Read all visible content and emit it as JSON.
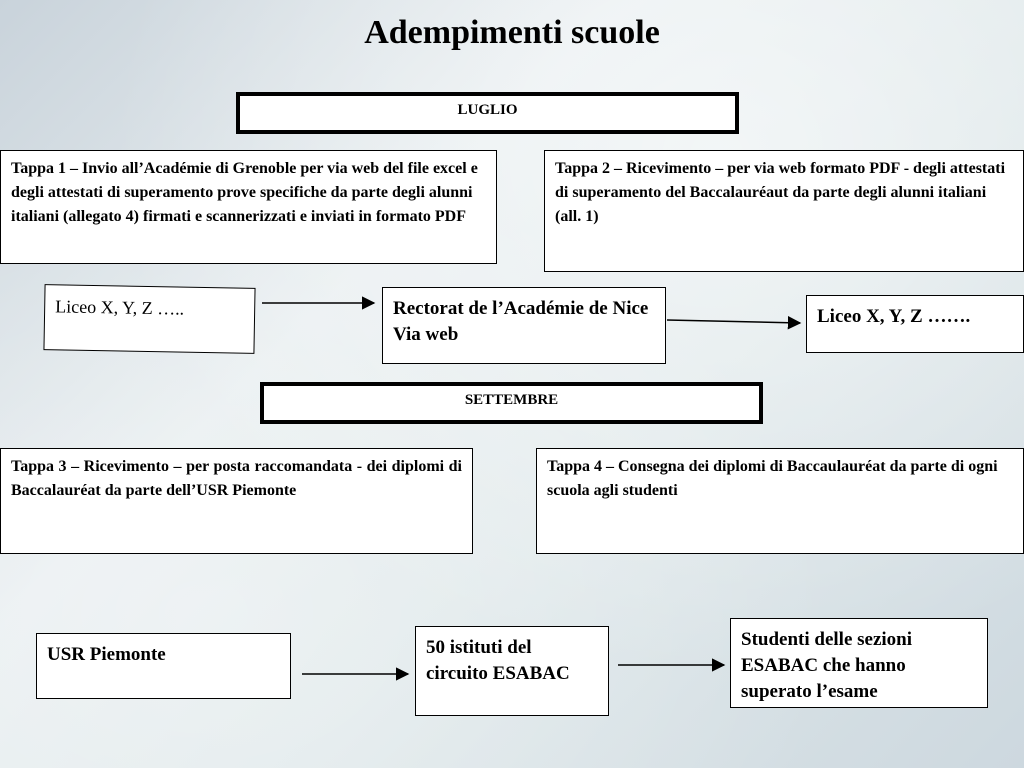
{
  "title": "Adempimenti scuole",
  "months": {
    "luglio": "LUGLIO",
    "settembre": "SETTEMBRE"
  },
  "tappe": {
    "t1": "Tappa 1 –  Invio all’Académie di Grenoble per  via web del file excel e  degli attestati di superamento prove specifiche da parte degli alunni  italiani  (allegato 4) firmati e scannerizzati e inviati in formato PDF",
    "t2": "Tappa 2  – Ricevimento – per  via web formato PDF - degli attestati di superamento del Baccalauréaut da parte degli alunni italiani (all. 1)",
    "t3": "Tappa  3 – Ricevimento – per posta raccomandata - dei diplomi di Baccalauréat da parte dell’USR Piemonte",
    "t4": "Tappa  4 – Consegna dei diplomi di Baccaulauréat da parte di ogni scuola agli studenti"
  },
  "flow1": {
    "source": "Liceo X, Y, Z …..",
    "middle": "Rectorat de l’Académie de Nice Via web",
    "target": "Liceo  X, Y, Z ……."
  },
  "flow2": {
    "source": "USR Piemonte",
    "middle": "50 istituti del circuito ESABAC",
    "target": "Studenti delle sezioni ESABAC che hanno superato l’esame"
  }
}
